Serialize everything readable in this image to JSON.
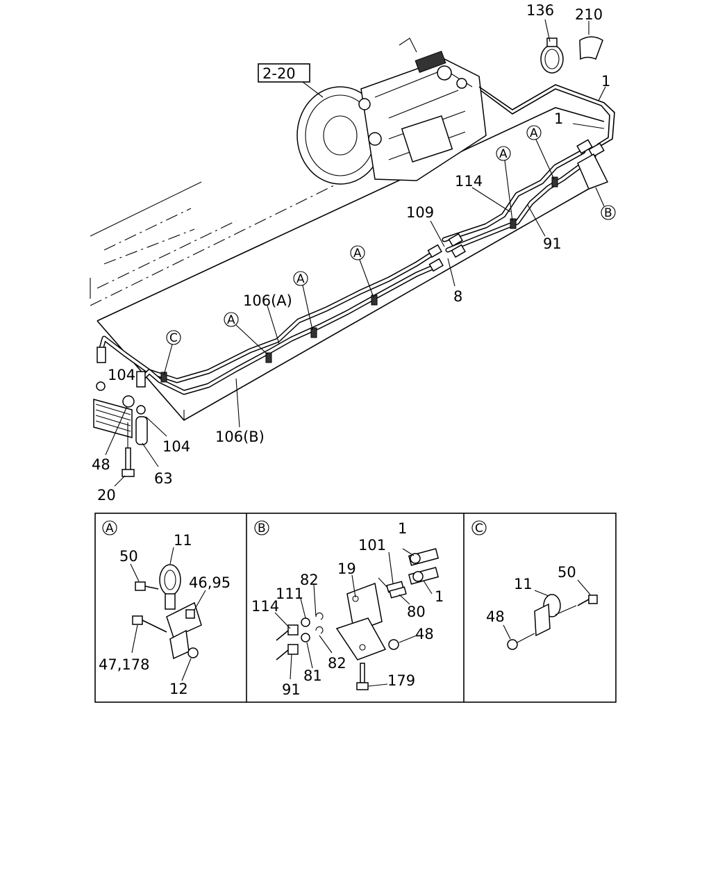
{
  "main": {
    "ref_box": "2-20",
    "labels": {
      "p136": "136",
      "p210": "210",
      "p1_top": "1",
      "p1_mid": "1",
      "p114": "114",
      "p109": "109",
      "p91": "91",
      "p8": "8",
      "p106a": "106(A)",
      "p106b": "106(B)",
      "p104_a": "104",
      "p104_b": "104",
      "p48": "48",
      "p63": "63",
      "p20": "20"
    },
    "callouts": {
      "a": "A",
      "b": "B",
      "c": "C"
    }
  },
  "detail_a": {
    "header": "A",
    "labels": {
      "p11": "11",
      "p50": "50",
      "p46_95": "46,95",
      "p47_178": "47,178",
      "p12": "12"
    }
  },
  "detail_b": {
    "header": "B",
    "labels": {
      "p1_a": "1",
      "p101": "101",
      "p82_a": "82",
      "p19": "19",
      "p111": "111",
      "p114": "114",
      "p80": "80",
      "p1_b": "1",
      "p48": "48",
      "p82_b": "82",
      "p81": "81",
      "p91": "91",
      "p179": "179"
    }
  },
  "detail_c": {
    "header": "C",
    "labels": {
      "p11": "11",
      "p50": "50",
      "p48": "48"
    }
  }
}
